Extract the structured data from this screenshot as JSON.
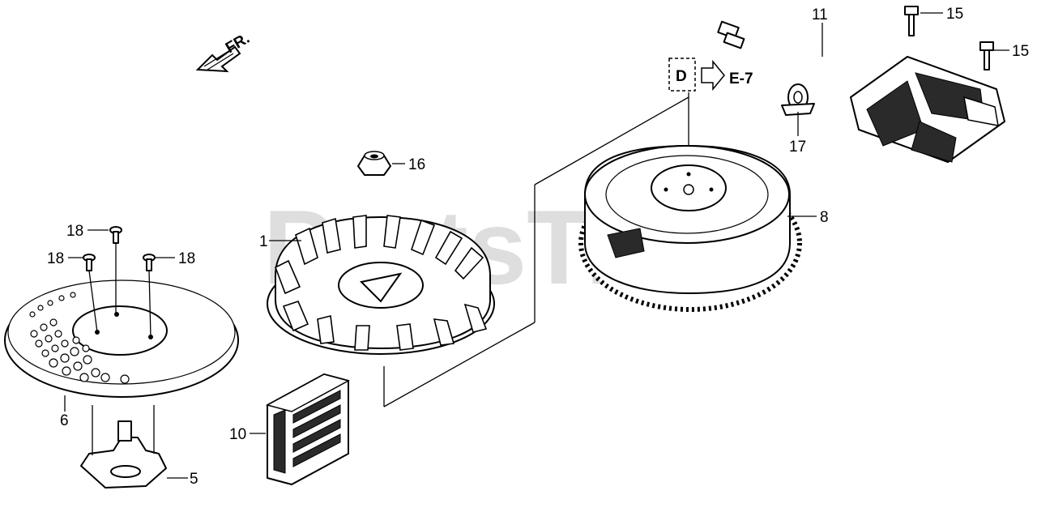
{
  "watermark": "PartsTree",
  "front_marker": "FR.",
  "reference_box": "D",
  "reference_target": "E-7",
  "callouts": {
    "c1": "1",
    "c5": "5",
    "c6": "6",
    "c8": "8",
    "c10": "10",
    "c11": "11",
    "c15a": "15",
    "c15b": "15",
    "c16": "16",
    "c17": "17",
    "c18a": "18",
    "c18b": "18",
    "c18c": "18"
  }
}
